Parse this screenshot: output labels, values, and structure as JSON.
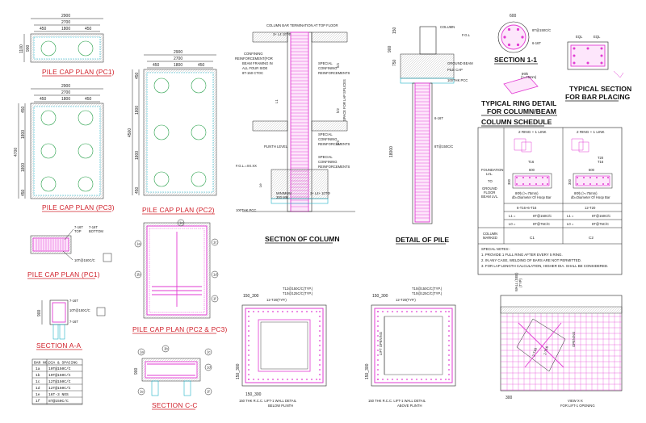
{
  "colors": {
    "title_red": "#d0202a",
    "rebar_magenta": "#e23bd3",
    "pile_green": "#27a04a",
    "pcc_cyan": "#1fb2c9"
  },
  "pc1": {
    "title": "PILE CAP PLAN (PC1)",
    "w": "2900",
    "w2": "2700",
    "s1": "450",
    "s2": "1800",
    "s3": "450",
    "h1": "1100",
    "h2": "900"
  },
  "pc3": {
    "title": "PILE CAP PLAN (PC3)",
    "w": "2900",
    "w2": "2700",
    "s1": "450",
    "s2": "1800",
    "s3": "450",
    "h_total": "4700",
    "hs": [
      "450",
      "1800",
      "1800",
      "450"
    ]
  },
  "pc2": {
    "title": "PILE CAP PLAN (PC2)",
    "w": "2900",
    "w2": "2700",
    "s1": "450",
    "s2": "1800",
    "s3": "450",
    "h_total": "4500",
    "hs": [
      "450",
      "1800",
      "1800",
      "450"
    ]
  },
  "pc1r": {
    "title": "PILE CAP PLAN (PC1)",
    "t1": "7-16T",
    "t1b": "TOP",
    "t2": "7-16T",
    "t2b": "BOTTOM",
    "bar": "10T@150C/C"
  },
  "pc23r": {
    "title": "PILE CAP PLAN (PC2 & PC3)",
    "marks": [
      "1a",
      "1b",
      "1c",
      "1d",
      "1e",
      "1f"
    ]
  },
  "secaa": {
    "title": "SECTION A-A",
    "l1": "7-16T",
    "l2": "10T@150C/C",
    "l3": "7-16T",
    "d1": "100",
    "d2": "900"
  },
  "seccc": {
    "title": "SECTION C-C",
    "marks": [
      "1a",
      "1b",
      "1c",
      "1d",
      "1e",
      "1f"
    ],
    "d": "900"
  },
  "bartable": {
    "headers": [
      "BAR NO.",
      "DIA & SPACING"
    ],
    "rows": [
      [
        "1a",
        "10T@150C/C"
      ],
      [
        "1b",
        "10T@150C/C"
      ],
      [
        "1c",
        "12T@150C/C"
      ],
      [
        "1d",
        "12T@150C/C"
      ],
      [
        "1e",
        "16T-3 NOS"
      ],
      [
        "1f",
        "8T@150C/C"
      ]
    ]
  },
  "column": {
    "title": "SECTION OF COLUMN",
    "top": "COLUMN BAR TERMINATION AT TOP FLOOR",
    "la": "3+ L4 10TΦ",
    "conf1": "CONFINING",
    "conf2": "REINFORCEMENT(FOR",
    "conf3": "BEAM FRAMING IN",
    "conf4": "ALL FOUR SIDE",
    "conf5": "8T-150 CTOC",
    "sp1": "SPECIAL",
    "sp2": "CONFINING",
    "sp3": "REINFORCEMENTS",
    "lap": "SPACE FOR LAP SPLICES",
    "h2": "h/2",
    "h4": "h/4",
    "l1": "L1",
    "plinth": "PLINTH LEVEL",
    "fgl": "F.G.L.=XX.XX",
    "min": "MINIMUM",
    "minv": "300 MM",
    "lb": "3+ L4+ 10TΦ",
    "pcc": "100THK PCC",
    "le": "Le"
  },
  "pile": {
    "title": "DETAIL OF PILE",
    "col": "COLUMN",
    "fgl": "F.G.L",
    "gb": "GROUND BEAM",
    "pc": "PILE CAP",
    "pcc": "100THK PCC",
    "bar": "6-16T",
    "tie": "8T@150C/C",
    "d1": "900",
    "d2": "750",
    "d3": "18000",
    "d4": "150"
  },
  "sec11": {
    "title": "SECTION 1-1",
    "dia": "600",
    "l1": "8T@150C/C",
    "l2": "6-16T"
  },
  "ring": {
    "title1": "TYPICAL RING DETAIL",
    "title2": "FOR COLUMN/BEAM",
    "lbl1": "8Φb",
    "lbl2": "(>=75mm)"
  },
  "barplc": {
    "title1": "TYPICAL SECTION",
    "title2": "FOR BAR PLACING",
    "e1": "EQL",
    "e2": "EQL"
  },
  "schedule": {
    "title": "COLUMN  SCHEDULE",
    "r1": "FOUNDATION",
    "r1b": "LVL.",
    "to": "TO",
    "r2": "GROUND",
    "r2b": "FLOOR",
    "r2c": "BEAM LVL.",
    "h1": "2 RING + 1 LINK",
    "h2": "2 RING + 1 LINK",
    "t16": "T16",
    "t20": "T20",
    "t16b": "T16",
    "w1": "600",
    "w2": "600",
    "d1": "300",
    "d2": "300",
    "n1": "8Φb (>=75mm)",
    "n2": "db=Diameter Of Hoop Bar",
    "n3": "8Φb (>=75mm)",
    "n4": "db=Diameter Of Hoop Bar",
    "m1": "6-T16+6-T16",
    "m2": "12-T20",
    "L1": "L1 =",
    "L1a": "8T@150C/C",
    "L1b": "8T@150C/C",
    "L0": "L0 =",
    "L0a": "8T@75C/C",
    "L0b": "8T@75C/C",
    "cm": "COLUMN",
    "cm2": "MARKED",
    "c1": "C1",
    "c2": "C2"
  },
  "notes": {
    "head": "SPECIAL NOTES:-",
    "items": [
      "1.   PROVIDE 1 FULL RING AFTER EVERY 5 RING.",
      "2.   IN ANY CASE, WELDING OF BARS ARE NOT PERMITTED.",
      "3.   FOR LAP LENGTH CALCULATION, HIGHER DIA. SHALL BE CONSIDERED."
    ]
  },
  "wall1": {
    "title1": "150 THK R.C.C. LIFT-1 WALL DETAIL",
    "title2": "BELOW PLINTH",
    "l1": "T12@150C/C(TYP.)",
    "l2": "T10@125C/C(TYP.)",
    "l3": "12-T20(TYP.)",
    "d1": "150",
    "d2": "300",
    "d3": "150_300",
    "d4": "150_300"
  },
  "wall2": {
    "title1": "150 THK R.C.C. LIFT-1 WALL DETAIL",
    "title2": "ABOVE PLINTH",
    "l1": "T10@150C/C(TYP.)",
    "l2": "T10@125C/C(TYP.)",
    "l3": "12-T20(TYP.)",
    "open": "LIFT OPENING",
    "d1": "150_300",
    "d2": "150_300"
  },
  "viewxx": {
    "title1": "VIEW X-X",
    "title2": "FOR LIFT-1 OPENING",
    "wall": "WALL (SEE)",
    "wall2": "(TYP)",
    "d": "300",
    "o": "OPENING",
    "b1": "2-T16",
    "b2": "2-T16"
  }
}
